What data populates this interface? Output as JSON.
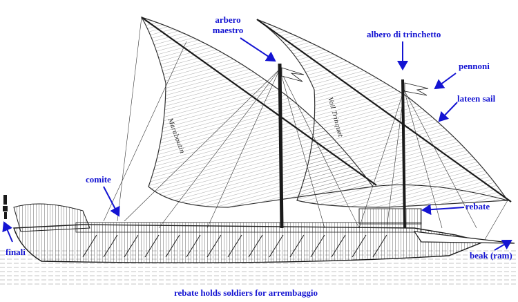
{
  "labels": {
    "arbero": "arbero",
    "maestro": "maestro",
    "albero_di_trinchetto": "albero di trinchetto",
    "pennoni": "pennoni",
    "lateen_sail": "lateen sail",
    "comite": "comite",
    "rebate": "rebate",
    "finali": "finali",
    "beak_ram": "beak (ram)",
    "caption": "rebate holds soldiers for arrembaggio"
  },
  "sail_inscriptions": {
    "main_sail": "Maraboutin",
    "fore_sail": "Voil Trinquet"
  },
  "colors": {
    "label": "#1414d2",
    "arrow": "#1414d2",
    "ink": "#1a1a1a"
  }
}
